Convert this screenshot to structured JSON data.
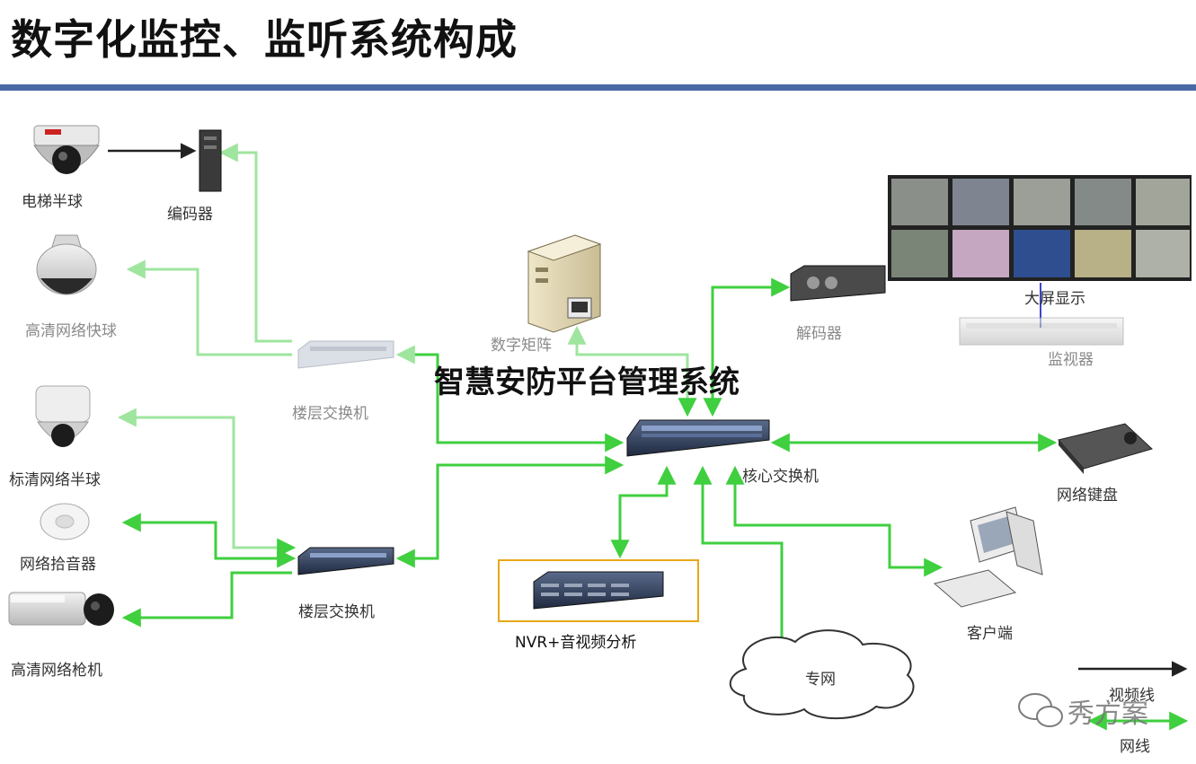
{
  "title": "数字化监控、监听系统构成",
  "platform_label": "智慧安防平台管理系统",
  "devices": {
    "elevator_dome": "电梯半球",
    "encoder": "编码器",
    "hd_speed_dome": "高清网络快球",
    "sd_dome": "标清网络半球",
    "net_mic": "网络拾音器",
    "hd_bullet": "高清网络枪机",
    "floor_switch_top": "楼层交换机",
    "floor_switch_bottom": "楼层交换机",
    "digital_matrix": "数字矩阵",
    "decoder": "解码器",
    "big_screen": "大屏显示",
    "monitor": "监视器",
    "core_switch": "核心交换机",
    "net_keyboard": "网络键盘",
    "client": "客户端",
    "nvr": "NVR+音视频分析",
    "private_net": "专网"
  },
  "legend": {
    "video_line": "视频线",
    "network_line": "网线"
  },
  "watermark": "秀方案",
  "colors": {
    "title_rule": "#4a6aa4",
    "network_line": "#3fcf3f",
    "network_line_faded": "#9fe59f",
    "video_line": "#222222",
    "nvr_frame": "#e6a817"
  }
}
